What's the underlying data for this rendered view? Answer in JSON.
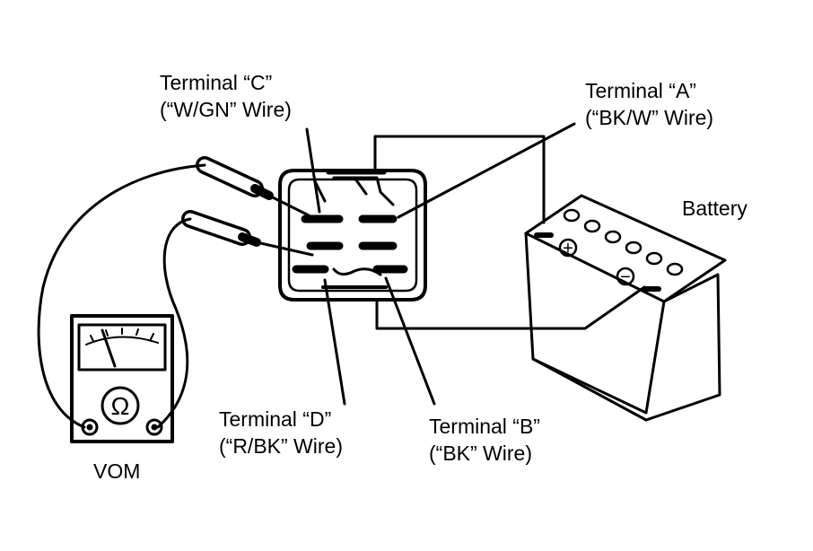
{
  "labels": {
    "terminal_c": {
      "line1": "Terminal “C”",
      "line2": "(“W/GN” Wire)"
    },
    "terminal_a": {
      "line1": "Terminal “A”",
      "line2": "(“BK/W” Wire)"
    },
    "terminal_d": {
      "line1": "Terminal “D”",
      "line2": "(“R/BK” Wire)"
    },
    "terminal_b": {
      "line1": "Terminal “B”",
      "line2": "(“BK” Wire)"
    },
    "battery": "Battery",
    "vom": "VOM"
  },
  "meter_face_symbol": "Ω",
  "battery_signs": {
    "positive": "+",
    "negative": "−"
  },
  "colors": {
    "ink": "#000000",
    "paper": "#ffffff"
  }
}
